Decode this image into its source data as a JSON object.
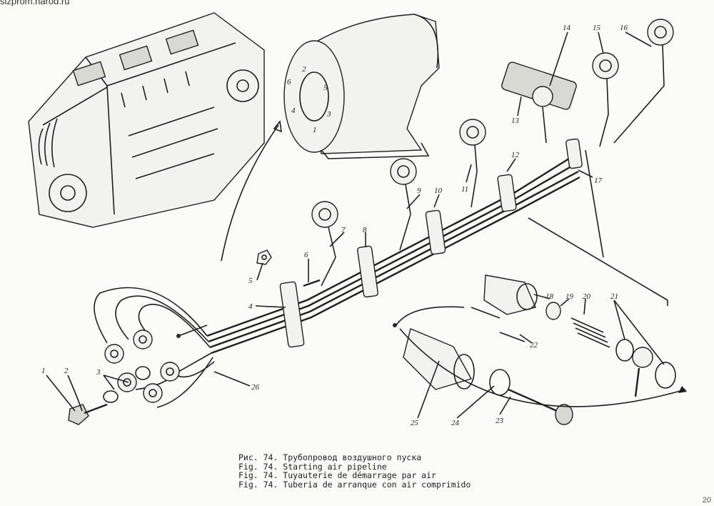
{
  "watermark": "sizprom.narod.ru",
  "callouts": [
    {
      "id": "1",
      "label": "1"
    },
    {
      "id": "2",
      "label": "2"
    },
    {
      "id": "3",
      "label": "3"
    },
    {
      "id": "4",
      "label": "4"
    },
    {
      "id": "5",
      "label": "5"
    },
    {
      "id": "6",
      "label": "6"
    },
    {
      "id": "7",
      "label": "7"
    },
    {
      "id": "8",
      "label": "8"
    },
    {
      "id": "9",
      "label": "9"
    },
    {
      "id": "10",
      "label": "10"
    },
    {
      "id": "11",
      "label": "11"
    },
    {
      "id": "12",
      "label": "12"
    },
    {
      "id": "13",
      "label": "13"
    },
    {
      "id": "14",
      "label": "14"
    },
    {
      "id": "15",
      "label": "15"
    },
    {
      "id": "16",
      "label": "16"
    },
    {
      "id": "17",
      "label": "17"
    },
    {
      "id": "18",
      "label": "18"
    },
    {
      "id": "19",
      "label": "19"
    },
    {
      "id": "20",
      "label": "20"
    },
    {
      "id": "21",
      "label": "21"
    },
    {
      "id": "22",
      "label": "22"
    },
    {
      "id": "23",
      "label": "23"
    },
    {
      "id": "24",
      "label": "24"
    },
    {
      "id": "25",
      "label": "25"
    },
    {
      "id": "26",
      "label": "26"
    }
  ],
  "distributor_marks": [
    "2",
    "6",
    "5",
    "3",
    "1",
    "4"
  ],
  "caption": [
    "Рис. 74. Трубопровод воздушного пуска",
    "Fig. 74. Starting air pipeline",
    "Fig. 74. Tuyauterie de démarrage par air",
    "Fig. 74. Tuberia de arranque con air comprimido"
  ],
  "corner_logo": "20"
}
